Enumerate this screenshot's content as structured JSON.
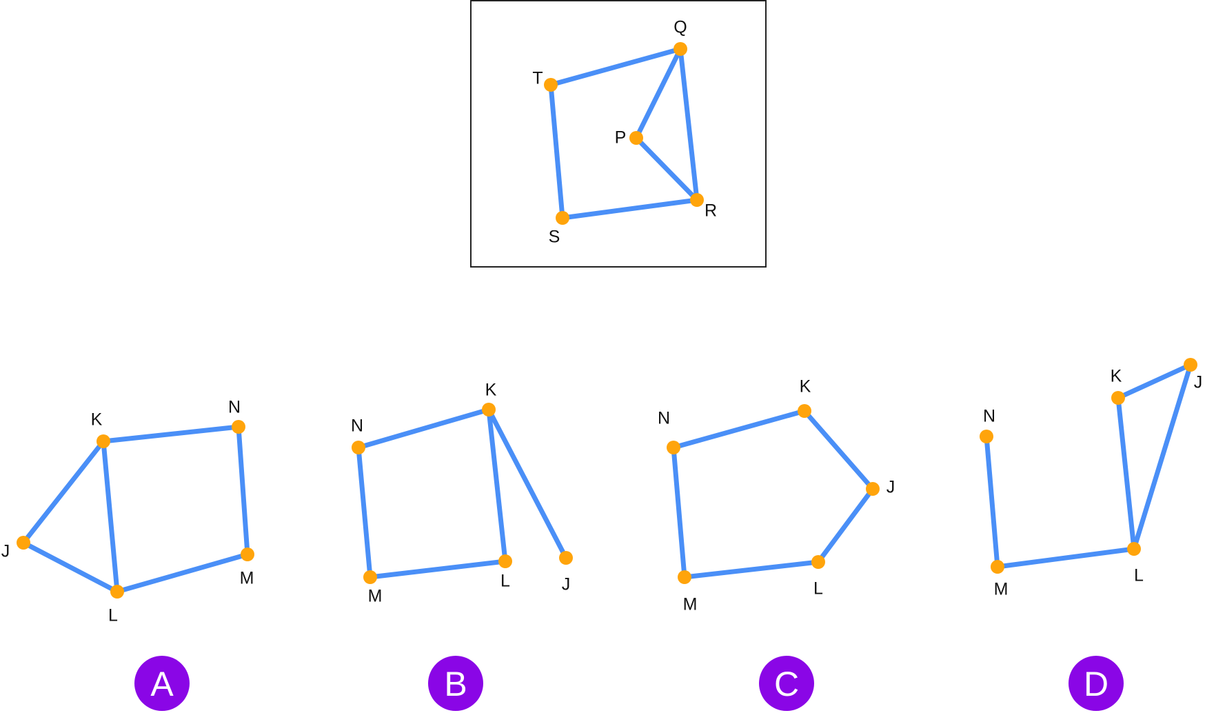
{
  "colors": {
    "edge": "#4a8ff7",
    "node": "#ffa40b",
    "badge": "#8a06e6",
    "frame": "#222222"
  },
  "reference": {
    "nodes": [
      {
        "id": "Q",
        "label": "Q"
      },
      {
        "id": "T",
        "label": "T"
      },
      {
        "id": "P",
        "label": "P"
      },
      {
        "id": "R",
        "label": "R"
      },
      {
        "id": "S",
        "label": "S"
      }
    ],
    "edges": [
      [
        "T",
        "Q"
      ],
      [
        "Q",
        "P"
      ],
      [
        "Q",
        "R"
      ],
      [
        "P",
        "R"
      ],
      [
        "T",
        "S"
      ],
      [
        "S",
        "R"
      ]
    ]
  },
  "options": [
    {
      "badge": "A",
      "nodes": [
        {
          "id": "K",
          "label": "K"
        },
        {
          "id": "N",
          "label": "N"
        },
        {
          "id": "J",
          "label": "J"
        },
        {
          "id": "M",
          "label": "M"
        },
        {
          "id": "L",
          "label": "L"
        }
      ],
      "edges": [
        [
          "K",
          "N"
        ],
        [
          "N",
          "M"
        ],
        [
          "K",
          "J"
        ],
        [
          "J",
          "L"
        ],
        [
          "K",
          "L"
        ],
        [
          "L",
          "M"
        ]
      ]
    },
    {
      "badge": "B",
      "nodes": [
        {
          "id": "K",
          "label": "K"
        },
        {
          "id": "N",
          "label": "N"
        },
        {
          "id": "M",
          "label": "M"
        },
        {
          "id": "L",
          "label": "L"
        },
        {
          "id": "J",
          "label": "J"
        }
      ],
      "edges": [
        [
          "N",
          "K"
        ],
        [
          "N",
          "M"
        ],
        [
          "M",
          "L"
        ],
        [
          "K",
          "L"
        ],
        [
          "K",
          "J"
        ]
      ]
    },
    {
      "badge": "C",
      "nodes": [
        {
          "id": "K",
          "label": "K"
        },
        {
          "id": "N",
          "label": "N"
        },
        {
          "id": "J",
          "label": "J"
        },
        {
          "id": "M",
          "label": "M"
        },
        {
          "id": "L",
          "label": "L"
        }
      ],
      "edges": [
        [
          "N",
          "K"
        ],
        [
          "K",
          "J"
        ],
        [
          "J",
          "L"
        ],
        [
          "L",
          "M"
        ],
        [
          "M",
          "N"
        ]
      ]
    },
    {
      "badge": "D",
      "nodes": [
        {
          "id": "K",
          "label": "K"
        },
        {
          "id": "J",
          "label": "J"
        },
        {
          "id": "N",
          "label": "N"
        },
        {
          "id": "M",
          "label": "M"
        },
        {
          "id": "L",
          "label": "L"
        }
      ],
      "edges": [
        [
          "K",
          "J"
        ],
        [
          "K",
          "L"
        ],
        [
          "J",
          "L"
        ],
        [
          "N",
          "M"
        ],
        [
          "M",
          "L"
        ]
      ]
    }
  ]
}
